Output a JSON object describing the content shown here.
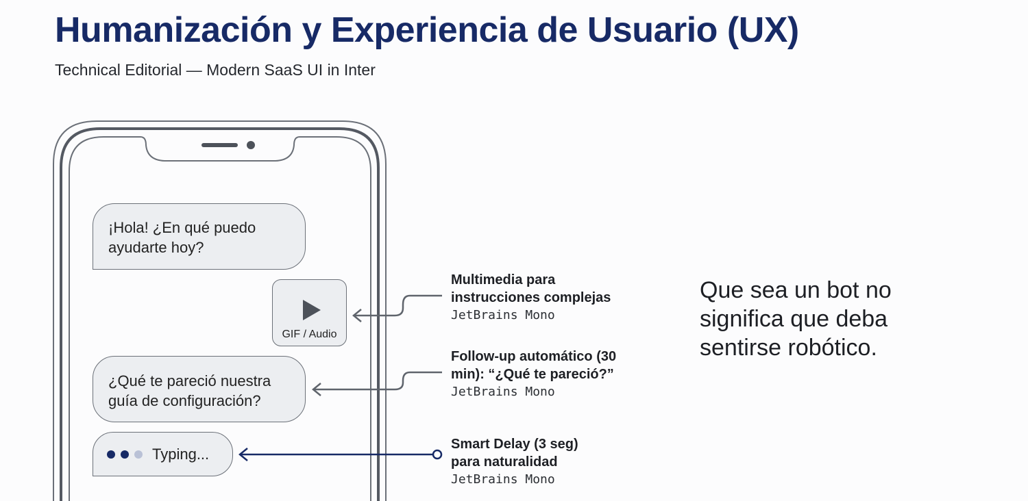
{
  "header": {
    "title": "Humanización y Experiencia de Usuario (UX)",
    "subtitle": "Technical Editorial — Modern SaaS UI in Inter"
  },
  "phone": {
    "messages": [
      {
        "line1": "¡Hola! ¿En qué puedo",
        "line2": "ayudarte hoy?"
      },
      {
        "line1": "¿Qué te pareció nuestra",
        "line2": "guía de configuración?"
      }
    ],
    "media": {
      "icon": "play-icon",
      "caption": "GIF / Audio"
    },
    "typing": {
      "label": "Typing...",
      "dot_colors": [
        "#172a66",
        "#172a66",
        "#b9c1d6"
      ]
    }
  },
  "annotations": [
    {
      "line1": "Multimedia para",
      "line2": "instrucciones complejas",
      "font_note": "JetBrains Mono"
    },
    {
      "line1": "Follow-up automático (30",
      "line2": "min): “¿Qué te pareció?”",
      "font_note": "JetBrains Mono"
    },
    {
      "line1": "Smart Delay (3 seg)",
      "line2": "para naturalidad",
      "font_note": "JetBrains Mono"
    }
  ],
  "quote": {
    "line1": "Que sea un bot no",
    "line2": "significa que deba",
    "line3": "sentirse robótico."
  },
  "colors": {
    "accent": "#172a66",
    "outline": "#5f646c",
    "bubble": "#eceef1"
  }
}
